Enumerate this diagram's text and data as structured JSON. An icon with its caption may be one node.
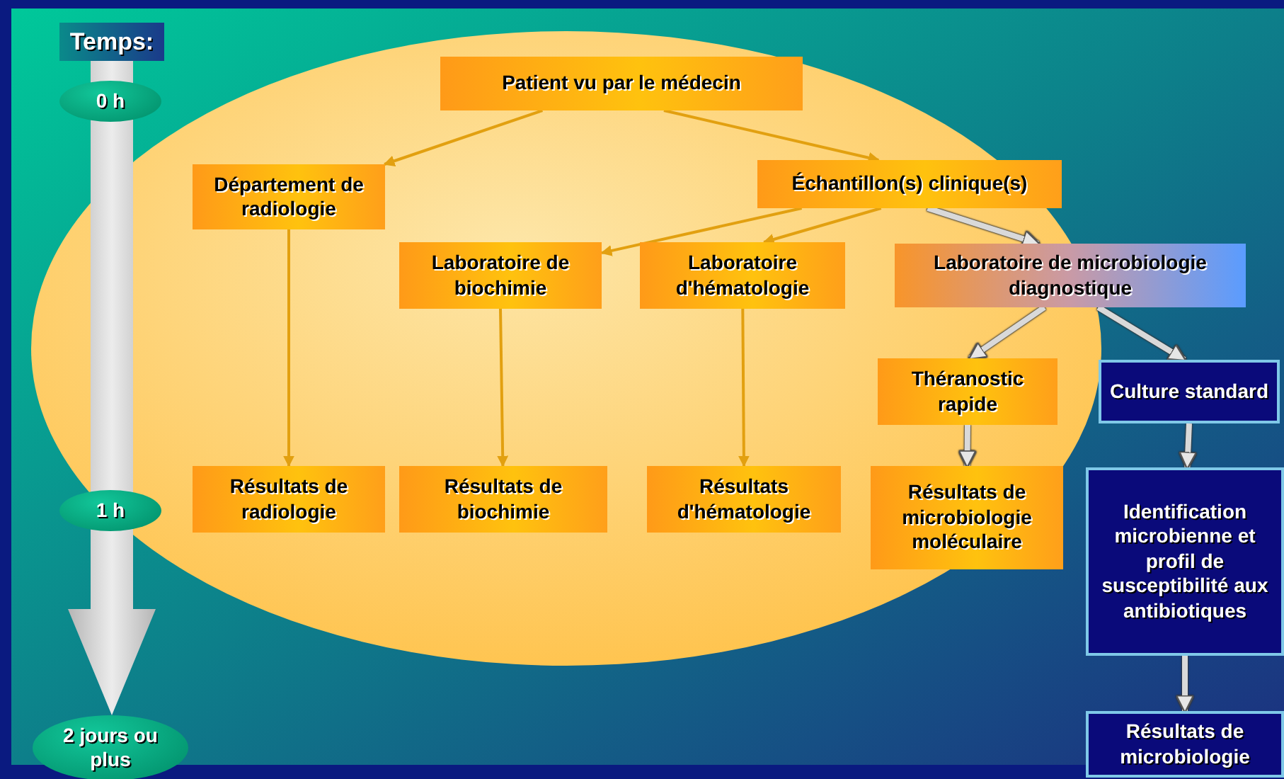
{
  "diagram": {
    "nodes": [
      {
        "text": [
          "Temps:"
        ]
      },
      {
        "text": [
          "0 h"
        ]
      },
      {
        "text": [
          "1 h"
        ]
      },
      {
        "text": [
          "2 jours ou plus"
        ]
      },
      {
        "text": [
          "Patient vu par le médecin"
        ]
      },
      {
        "text": [
          "Département de radiologie"
        ]
      },
      {
        "text": [
          "Échantillon(s) clinique(s)"
        ]
      },
      {
        "text": [
          "Laboratoire de biochimie"
        ]
      },
      {
        "text": [
          "Laboratoire d'hématologie"
        ]
      },
      {
        "text": [
          "Laboratoire de microbiologie diagnostique"
        ]
      },
      {
        "text": [
          "Théranostic rapide"
        ]
      },
      {
        "text": [
          "Culture standard"
        ]
      },
      {
        "text": [
          "Résultats de radiologie"
        ]
      },
      {
        "text": [
          "Résultats de biochimie"
        ]
      },
      {
        "text": [
          "Résultats d'hématologie"
        ]
      },
      {
        "text": [
          "Résultats de microbiologie moléculaire"
        ]
      },
      {
        "text": [
          "Identification microbienne et profil de susceptibilité aux antibiotiques"
        ]
      },
      {
        "text": [
          "Résultats de microbiologie"
        ]
      }
    ],
    "edges": [
      {
        "from": 0,
        "to": 3,
        "arrow": "to",
        "style": "thick",
        "color": "#d9d9d9"
      },
      {
        "from": 4,
        "to": 5,
        "arrow": "to"
      },
      {
        "from": 4,
        "to": 6,
        "arrow": "to"
      },
      {
        "from": 6,
        "to": 7,
        "arrow": "to"
      },
      {
        "from": 6,
        "to": 8,
        "arrow": "to"
      },
      {
        "from": 6,
        "to": 9,
        "arrow": "to",
        "style": "thick",
        "color": "#d9d9d9"
      },
      {
        "from": 5,
        "to": 12,
        "arrow": "to"
      },
      {
        "from": 7,
        "to": 13,
        "arrow": "to"
      },
      {
        "from": 8,
        "to": 14,
        "arrow": "to"
      },
      {
        "from": 9,
        "to": 10,
        "arrow": "to",
        "style": "thick",
        "color": "#d9d9d9"
      },
      {
        "from": 9,
        "to": 11,
        "arrow": "to",
        "style": "thick",
        "color": "#d9d9d9"
      },
      {
        "from": 10,
        "to": 15,
        "arrow": "to",
        "style": "thick",
        "color": "#d9d9d9"
      },
      {
        "from": 11,
        "to": 16,
        "arrow": "to",
        "style": "thick",
        "color": "#d9d9d9"
      },
      {
        "from": 16,
        "to": 17,
        "arrow": "to",
        "style": "thick",
        "color": "#d9d9d9"
      }
    ]
  }
}
